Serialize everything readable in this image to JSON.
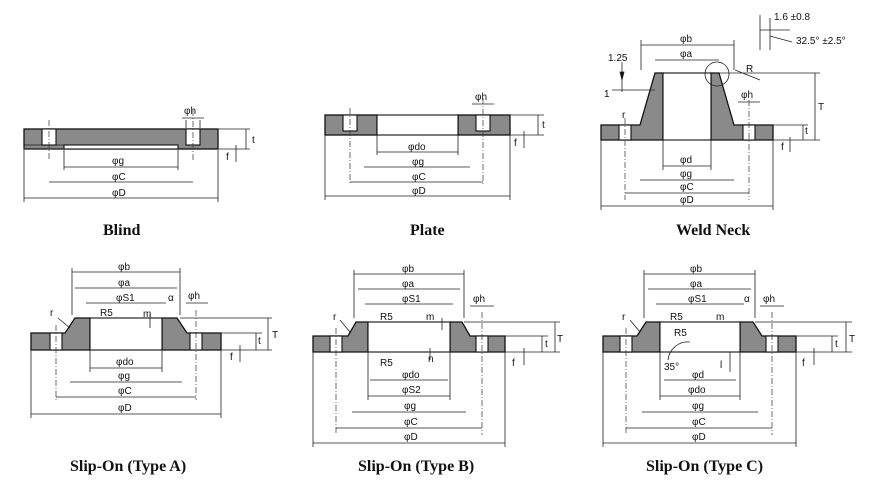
{
  "captions": {
    "blind": "Blind",
    "plate": "Plate",
    "weld_neck": "Weld Neck",
    "slip_on_a": "Slip-On (Type A)",
    "slip_on_b": "Slip-On (Type B)",
    "slip_on_c": "Slip-On (Type C)"
  },
  "labels": {
    "phi_h": "φh",
    "phi_g": "φg",
    "phi_C": "φC",
    "phi_D": "φD",
    "phi_do": "φdo",
    "phi_b": "φb",
    "phi_a": "φa",
    "phi_d": "φd",
    "phi_S1": "φS1",
    "phi_S2": "φS2",
    "t": "t",
    "f": "f",
    "T": "T",
    "r": "r",
    "R": "R",
    "R5": "R5",
    "m": "m",
    "n": "n",
    "alpha": "α",
    "l": "l",
    "angle35": "35°",
    "one": "1",
    "tol_1_25": "1.25",
    "tol_1_6": "1.6 ±0.8",
    "tol_angle": "32.5° ±2.5°"
  }
}
